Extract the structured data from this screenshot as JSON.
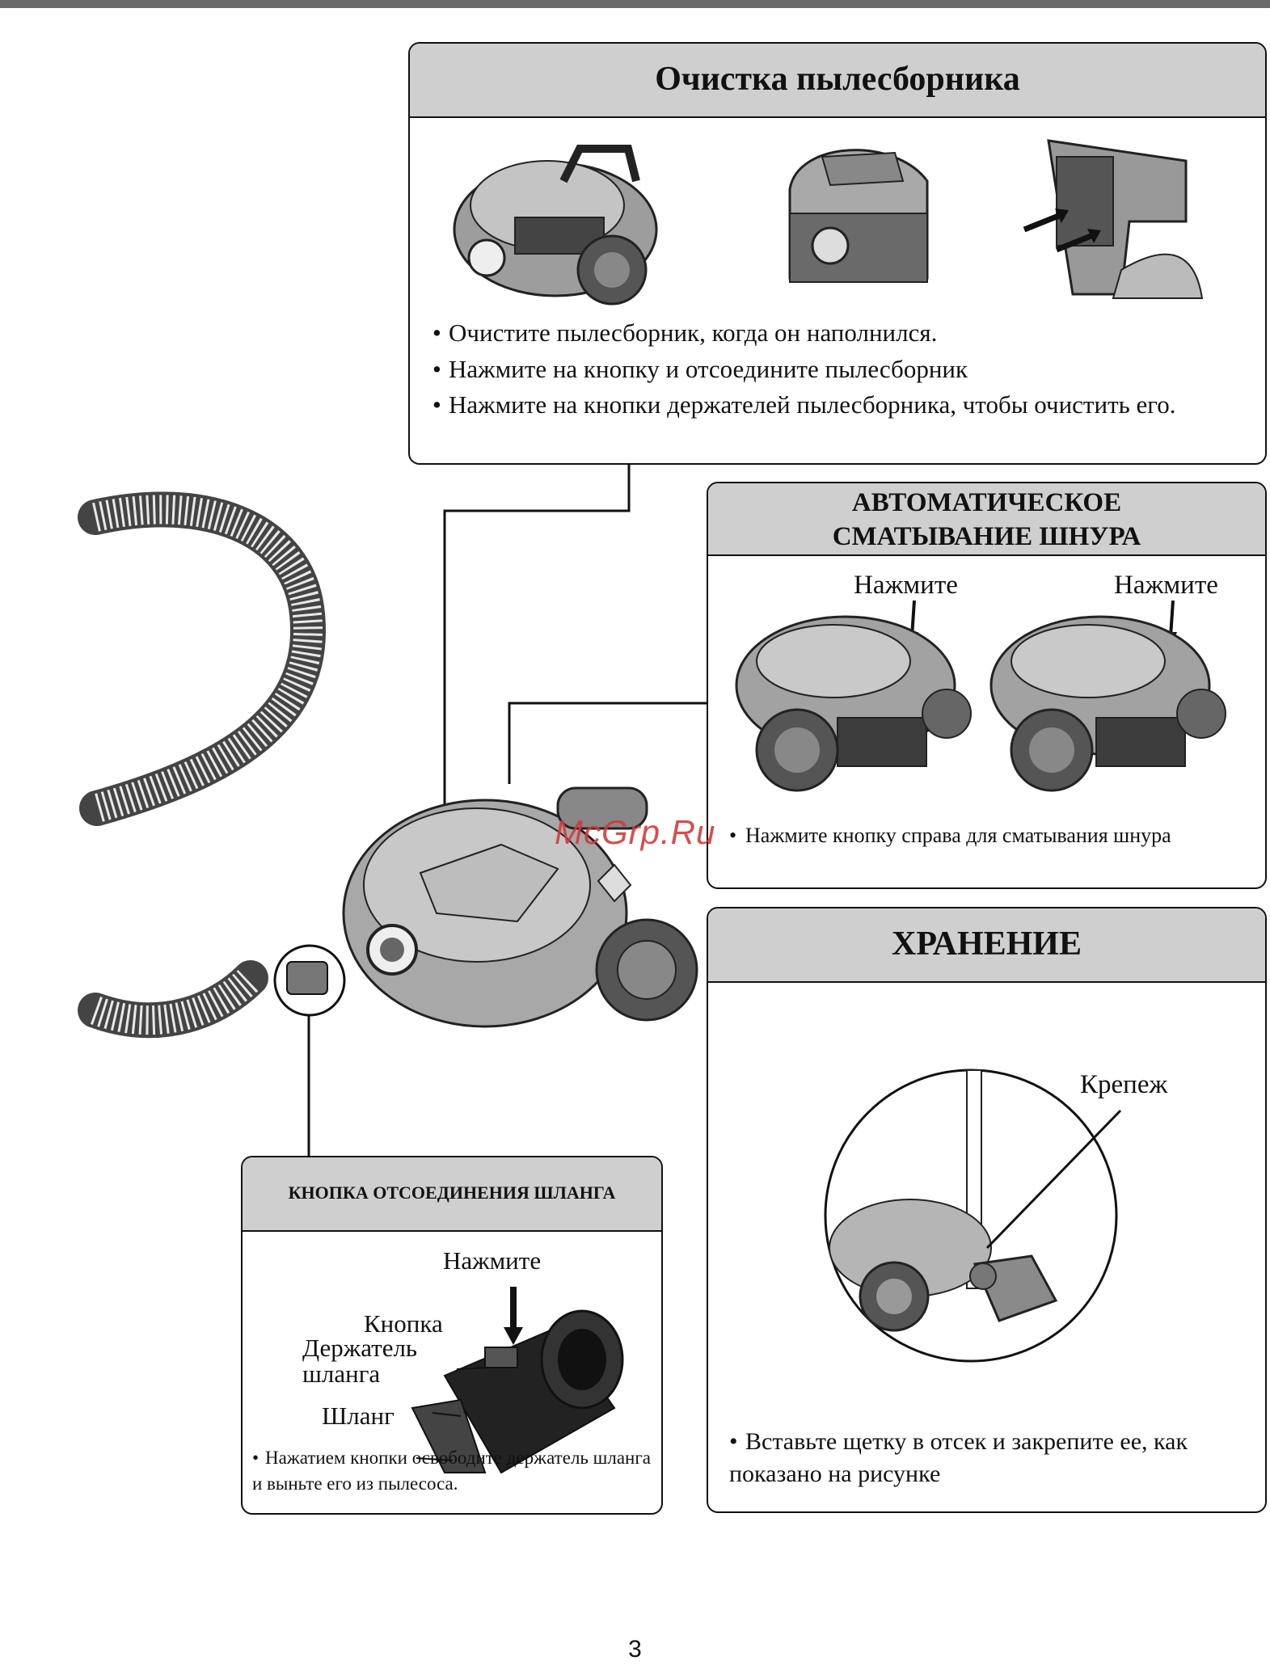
{
  "dust_panel": {
    "title": "Очистка пылесборника",
    "bullets": [
      "Очистите пылесборник, когда он  наполнился.",
      "Нажмите на кнопку и отсоедините  пылесборник",
      "Нажмите на кнопки держателей  пылесборника, чтобы очистить его."
    ]
  },
  "cord_panel": {
    "title_line1": "АВТОМАТИЧЕСКОЕ",
    "title_line2": "СМАТЫВАНИЕ ШНУРА",
    "press_label": "Нажмите",
    "bullet": "Нажмите кнопку справа для сматывания шнура"
  },
  "storage_panel": {
    "title": "ХРАНЕНИЕ",
    "clip_label": "Крепеж",
    "bullet": "Вставьте щетку в отсек и закрепите ее, как показано на рисунке"
  },
  "hose_panel": {
    "title": "КНОПКА ОТСОЕДИНЕНИЯ ШЛАНГА",
    "press_label": "Нажмите",
    "button_label": "Кнопка",
    "holder_label_1": "Держатель",
    "holder_label_2": "шланга",
    "hose_label": "Шланг",
    "bullet": "Нажатием кнопки освободите держатель шланга и выньте его из пылесоса."
  },
  "watermark": "McGrp.Ru",
  "page_number": "3"
}
